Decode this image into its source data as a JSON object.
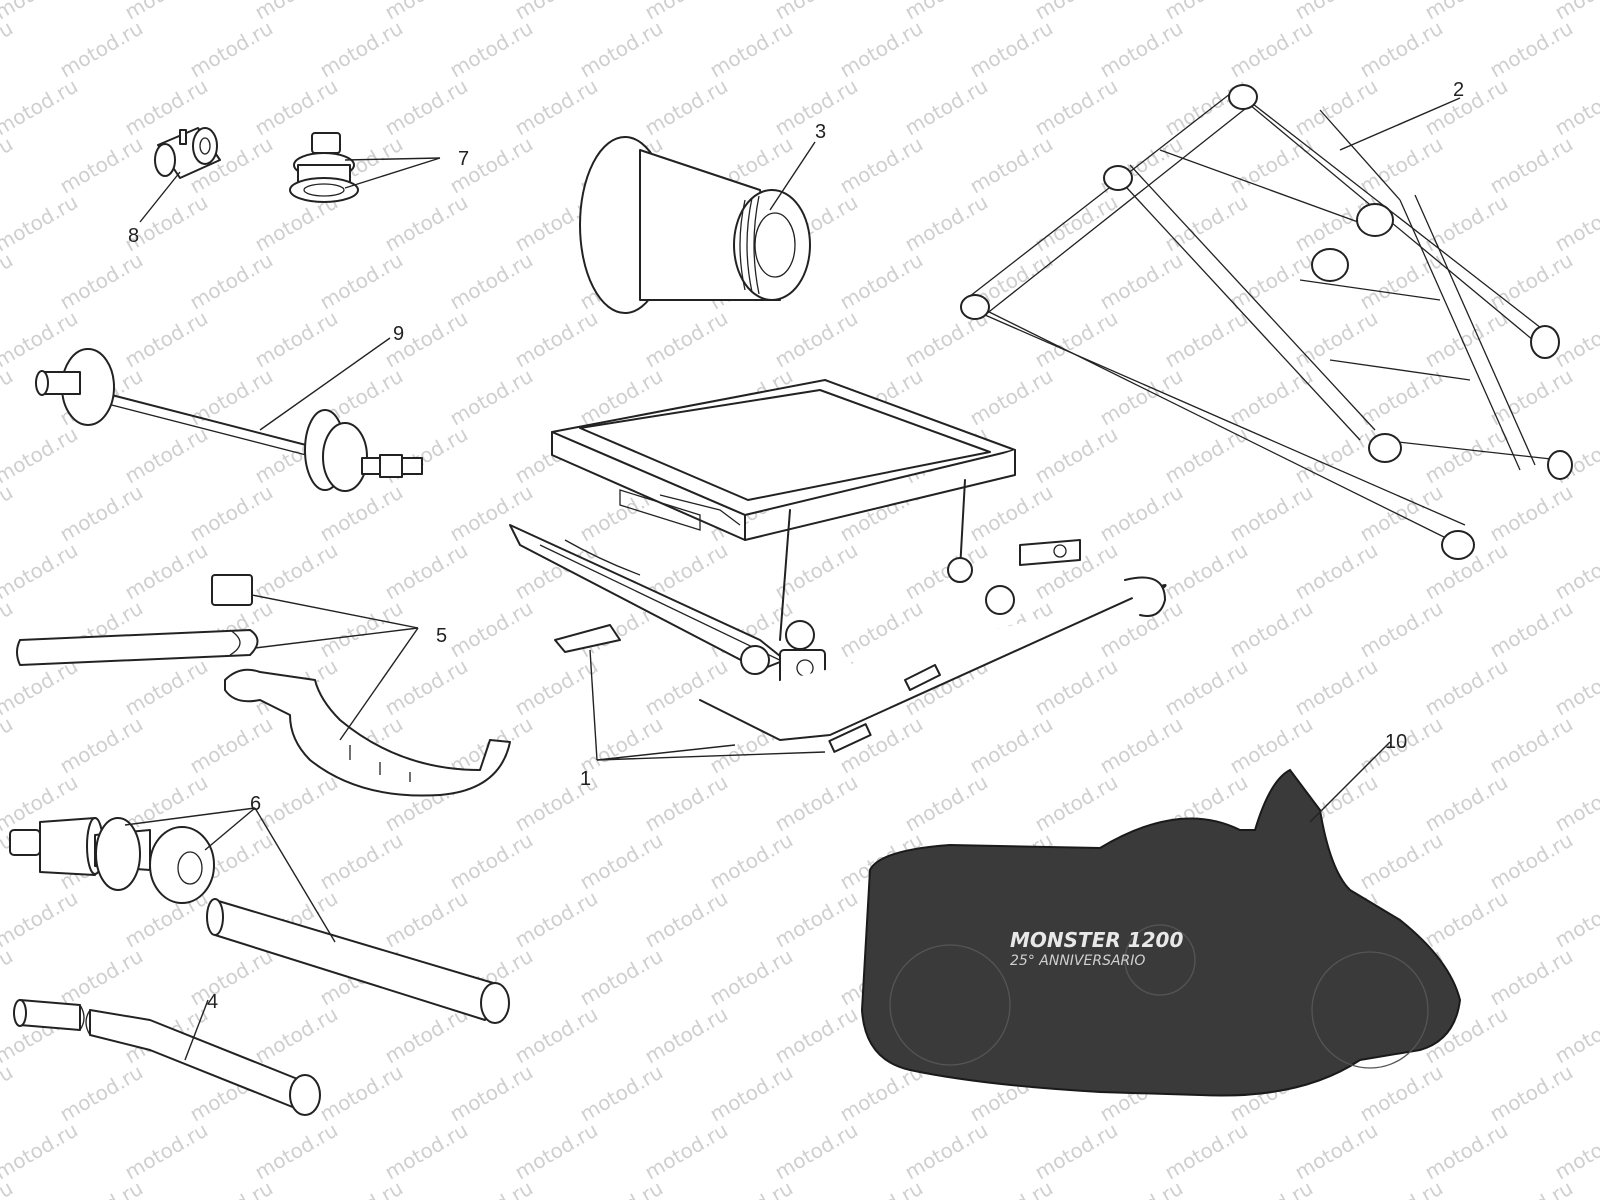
{
  "watermark": "motod.ru",
  "callouts": {
    "c1": "1",
    "c2": "2",
    "c3": "3",
    "c4": "4",
    "c5": "5",
    "c6": "6",
    "c7": "7",
    "c8": "8",
    "c9": "9",
    "c10": "10"
  },
  "cover_text": {
    "line1": "MONSTER 1200",
    "line2": "25° ANNIVERSARIO"
  },
  "colors": {
    "line": "#222222",
    "watermark": "#cfcfcf",
    "cover": "#3a3a3a"
  }
}
